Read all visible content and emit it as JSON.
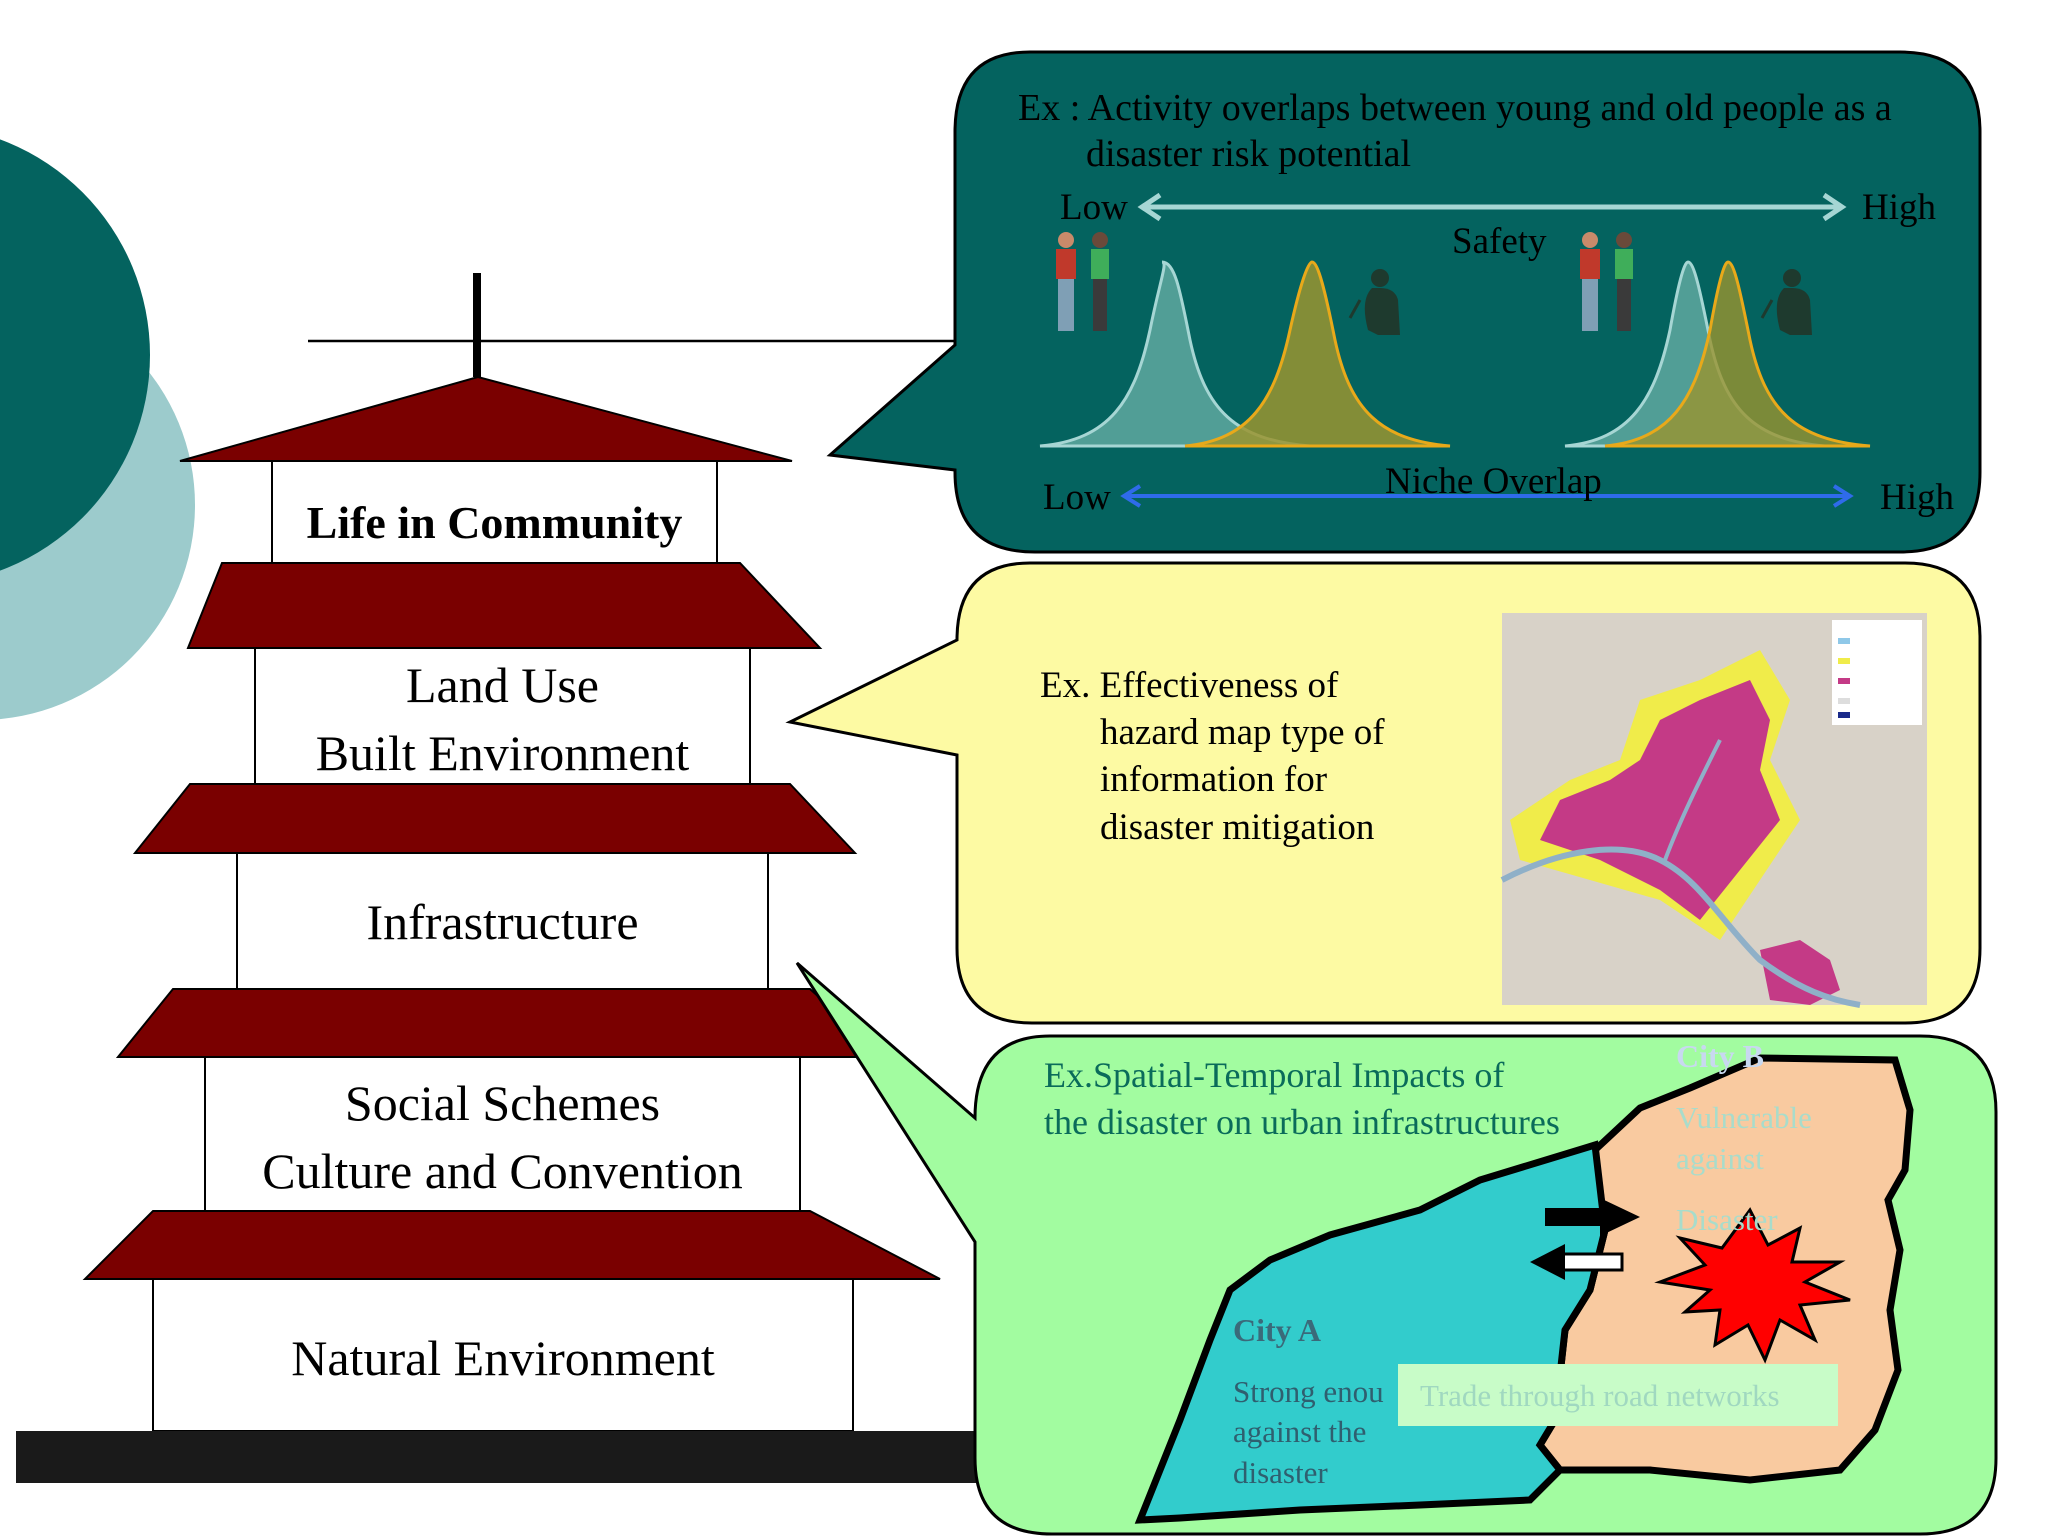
{
  "pagoda": {
    "floors": [
      {
        "lines": [
          "Life in Community"
        ]
      },
      {
        "lines": [
          "Land Use",
          "Built Environment"
        ]
      },
      {
        "lines": [
          "Infrastructure"
        ]
      },
      {
        "lines": [
          "Social Schemes",
          "Culture and Convention"
        ]
      },
      {
        "lines": [
          "Natural Environment"
        ]
      }
    ]
  },
  "panel_top": {
    "ex_line1": "Ex  :  Activity overlaps between young and old people as a",
    "ex_line2": "disaster risk potential",
    "safety_low": "Low",
    "safety_high": "High",
    "safety_label": "Safety",
    "niche_low": "Low",
    "niche_high": "High",
    "niche_label": "Niche Overlap"
  },
  "panel_middle": {
    "line1": "Ex. Effectiveness of",
    "line2": "hazard map type of",
    "line3": "information for",
    "line4": "disaster mitigation"
  },
  "panel_bottom": {
    "title_line1": "Ex.Spatial-Temporal Impacts of",
    "title_line2": "the disaster  on urban infrastructures",
    "city_b": "City B",
    "city_b_desc1": "Vulnerable",
    "city_b_desc2": "against",
    "city_b_desc3": "Disaster",
    "city_a": "City A",
    "city_a_desc1": "Strong enou",
    "city_a_desc2": "against the",
    "city_a_desc3": "disaster",
    "trade": "Trade through road networks"
  },
  "colors": {
    "roof": "#7a0000",
    "teal_dark": "#04635f",
    "teal_light": "#9ccbcc",
    "yellow_bubble": "#fdfaa3",
    "green_bubble": "#a2fca0",
    "city_a_fill": "#32cccc",
    "city_b_fill": "#f9caa0",
    "burst": "#ff0000",
    "low_high_arrow": "#a6d6d4",
    "niche_arrow": "#2f6bea"
  }
}
